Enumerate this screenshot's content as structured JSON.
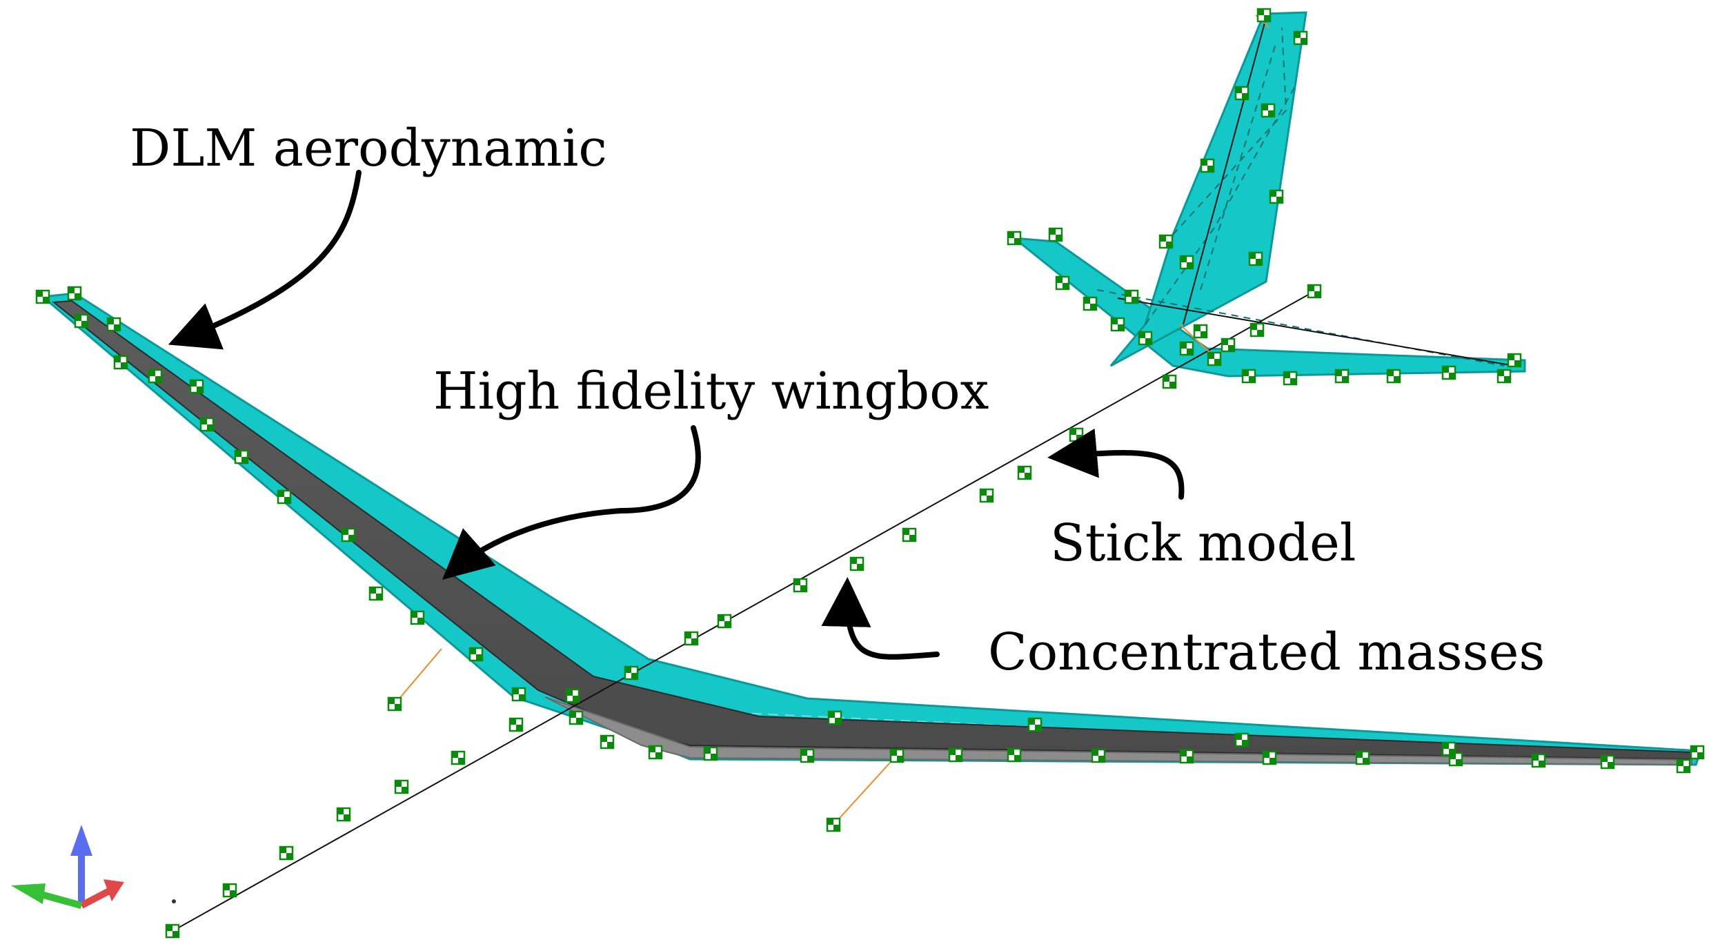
{
  "labels": {
    "dlm": "DLM aerodynamic",
    "wingbox": "High fidelity wingbox",
    "stick": "Stick model",
    "masses": "Concentrated masses"
  },
  "colors": {
    "aero_panel": "#14c8c8",
    "aero_panel_edge": "#0c9898",
    "wingbox_dark": "#4a4a4a",
    "wingbox_light": "#8c8c8c",
    "mass_node": "#0a8a0a",
    "rbe_link": "#f08a22",
    "stick_line": "#111111",
    "arrow": "#000000",
    "axis_z": "#5a6cf0",
    "axis_x": "#e04848",
    "axis_y": "#36c036"
  },
  "icons": {
    "triad": "coordinate-triad-icon",
    "mass": "mass-node-icon"
  }
}
